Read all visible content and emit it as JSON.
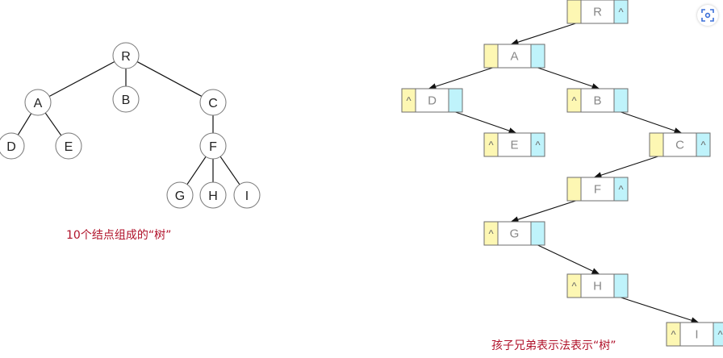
{
  "tree": {
    "nodes": [
      {
        "id": "R",
        "label": "R"
      },
      {
        "id": "A",
        "label": "A"
      },
      {
        "id": "B",
        "label": "B"
      },
      {
        "id": "C",
        "label": "C"
      },
      {
        "id": "D",
        "label": "D"
      },
      {
        "id": "E",
        "label": "E"
      },
      {
        "id": "F",
        "label": "F"
      },
      {
        "id": "G",
        "label": "G"
      },
      {
        "id": "H",
        "label": "H"
      },
      {
        "id": "I",
        "label": "I"
      }
    ],
    "edges": [
      [
        "R",
        "A"
      ],
      [
        "R",
        "B"
      ],
      [
        "R",
        "C"
      ],
      [
        "A",
        "D"
      ],
      [
        "A",
        "E"
      ],
      [
        "C",
        "F"
      ],
      [
        "F",
        "G"
      ],
      [
        "F",
        "H"
      ],
      [
        "F",
        "I"
      ]
    ],
    "caption": "10个结点组成的“树”"
  },
  "child_sibling": {
    "null_symbol": "^",
    "nodes": [
      {
        "id": "R",
        "label": "R",
        "child": "A",
        "sibling": null
      },
      {
        "id": "A",
        "label": "A",
        "child": "D",
        "sibling": "B"
      },
      {
        "id": "D",
        "label": "D",
        "child": null,
        "sibling": "E"
      },
      {
        "id": "B",
        "label": "B",
        "child": null,
        "sibling": "C"
      },
      {
        "id": "E",
        "label": "E",
        "child": null,
        "sibling": null
      },
      {
        "id": "C",
        "label": "C",
        "child": "F",
        "sibling": null
      },
      {
        "id": "F",
        "label": "F",
        "child": "G",
        "sibling": null
      },
      {
        "id": "G",
        "label": "G",
        "child": null,
        "sibling": "H"
      },
      {
        "id": "H",
        "label": "H",
        "child": null,
        "sibling": "I"
      },
      {
        "id": "I",
        "label": "I",
        "child": null,
        "sibling": null
      }
    ],
    "caption": "孩子兄弟表示法表示“树”"
  },
  "colors": {
    "child_cell": "#fdf7b3",
    "sibling_cell": "#bff3fb",
    "cell_border": "#6e6e6e",
    "label_text": "#888888",
    "tree_text": "#222222",
    "caption": "#b0122a"
  },
  "icons": {
    "scan": "scan-icon"
  }
}
